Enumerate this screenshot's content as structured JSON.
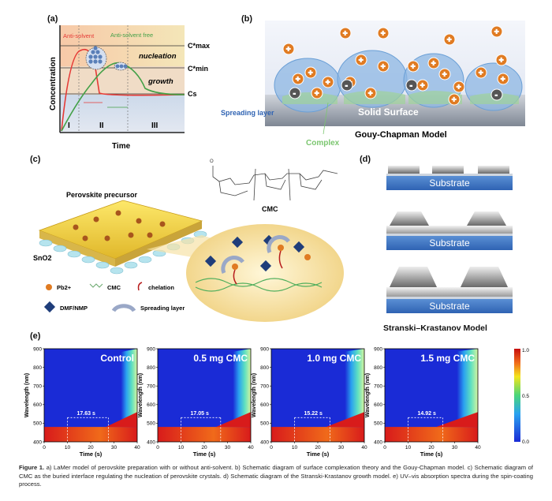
{
  "panels": {
    "a": "(a)",
    "b": "(b)",
    "c": "(c)",
    "d": "(d)",
    "e": "(e)"
  },
  "lamer": {
    "ylabel": "Concentration",
    "xlabel": "Time",
    "curve_antisolvent": "Anti-solvent",
    "curve_free": "Anti-solvent free",
    "nucleation": "nucleation",
    "growth": "growth",
    "cmax": "C*max",
    "cmin": "C*min",
    "cs": "Cs",
    "stage1": "I",
    "stage2": "II",
    "stage3": "III"
  },
  "gouy": {
    "solid_surface": "Solid Surface",
    "spreading_layer": "Spreading layer",
    "complex": "Complex",
    "title": "Gouy-Chapman Model",
    "plus": "+",
    "minus": "-"
  },
  "cmc": {
    "precursor": "Perovskite precursor",
    "sno2": "SnO2",
    "cmc_label": "CMC",
    "legend_pb": "Pb2+",
    "legend_cmc": "CMC",
    "legend_chelation": "chelation",
    "legend_dmf": "DMF/NMP",
    "legend_spreading": "Spreading layer"
  },
  "sk": {
    "substrate": "Substrate",
    "title": "Stranski–Krastanov Model"
  },
  "uvvis": {
    "ylabel": "Wavelength (nm)",
    "xlabel": "Time (s)",
    "yticks": [
      "900",
      "800",
      "700",
      "600",
      "500",
      "400"
    ],
    "xticks": [
      "0",
      "10",
      "20",
      "30",
      "40"
    ],
    "colorbar_ticks": [
      "1.0",
      "0.5",
      "0.0"
    ],
    "maps": [
      {
        "title": "Control",
        "time": "17.63 s"
      },
      {
        "title": "0.5 mg CMC",
        "time": "17.05 s"
      },
      {
        "title": "1.0 mg CMC",
        "time": "15.22 s"
      },
      {
        "title": "1.5 mg CMC",
        "time": "14.92 s"
      }
    ]
  },
  "caption": {
    "lead": "Figure 1.",
    "text": " a) LaMer model of perovskite preparation with or without anti-solvent. b) Schematic diagram of surface complexation theory and the Gouy-Chapman model. c) Schematic diagram of CMC as the buried interface regulating the nucleation of perovskite crystals. d) Schematic diagram of the Stranski-Krastanov growth model. e) UV–vis absorption spectra during the spin-coating process."
  }
}
